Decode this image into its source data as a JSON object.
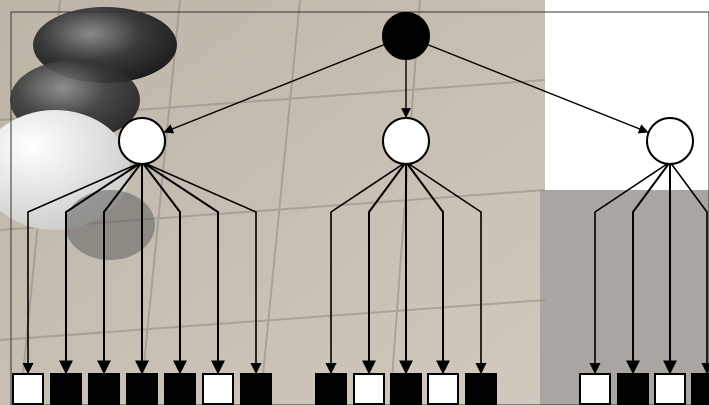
{
  "colors": {
    "background": "#ffffff",
    "photo_base": "#c9c1b6",
    "photo_dark": "#6e6a66",
    "photo_grid": "#8f8982",
    "gray_panel": "#a8a5a1",
    "stone_black": "#2b2b2b",
    "stone_white": "#e8e8e6",
    "node_black": "#000000",
    "node_white": "#ffffff",
    "stroke": "#000000",
    "frame": "#333333"
  },
  "diagram": {
    "root": {
      "shape": "circle",
      "fill": "black"
    },
    "children": [
      {
        "shape": "circle",
        "fill": "white",
        "leaves": [
          "white",
          "black",
          "black",
          "black",
          "black",
          "white",
          "black"
        ]
      },
      {
        "shape": "circle",
        "fill": "white",
        "leaves": [
          "black",
          "white",
          "black",
          "white",
          "black"
        ]
      },
      {
        "shape": "circle",
        "fill": "white",
        "leaves": [
          "white",
          "black",
          "white",
          "black"
        ]
      }
    ]
  }
}
